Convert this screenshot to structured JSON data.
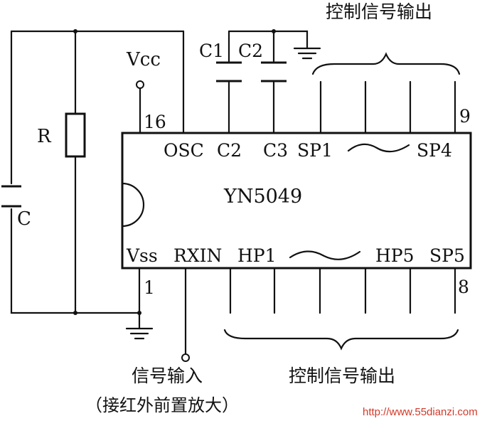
{
  "chip": {
    "name": "YN5049",
    "pins": {
      "top": {
        "osc": "OSC",
        "c2": "C2",
        "c3": "C3",
        "sp1": "SP1",
        "sp4": "SP4",
        "num16": "16",
        "num9": "9"
      },
      "bottom": {
        "vss": "Vss",
        "rxin": "RXIN",
        "hp1": "HP1",
        "hp5": "HP5",
        "sp5": "SP5",
        "num1": "1",
        "num8": "8"
      }
    }
  },
  "components": {
    "vcc": "Vcc",
    "r": "R",
    "c": "C",
    "c1": "C1",
    "c2": "C2"
  },
  "labels": {
    "top_output": "控制信号输出",
    "bottom_output": "控制信号输出",
    "input": "信号输入",
    "input_note": "（接红外前置放大）"
  },
  "watermark": "http://www.55dianzi.com",
  "colors": {
    "ink": "#111111",
    "watermark": "#d23a2a"
  }
}
